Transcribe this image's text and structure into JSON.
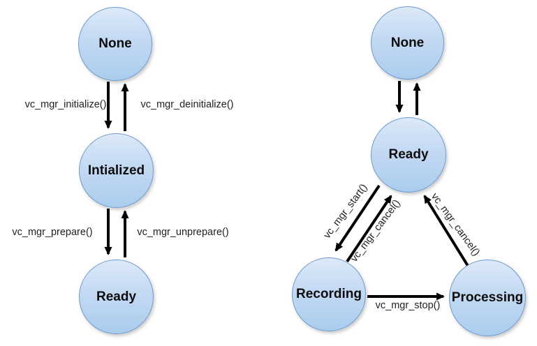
{
  "left_diagram": {
    "name": "setup-lifecycle",
    "nodes": [
      {
        "id": "none",
        "label": "None"
      },
      {
        "id": "initialized",
        "label": "Intialized"
      },
      {
        "id": "ready",
        "label": "Ready"
      }
    ],
    "edges": [
      {
        "id": "initialize",
        "label": "vc_mgr_initialize()"
      },
      {
        "id": "deinitialize",
        "label": "vc_mgr_deinitialize()"
      },
      {
        "id": "prepare",
        "label": "vc_mgr_prepare()"
      },
      {
        "id": "unprepare",
        "label": "vc_mgr_unprepare()"
      }
    ]
  },
  "right_diagram": {
    "name": "runtime-lifecycle",
    "nodes": [
      {
        "id": "none",
        "label": "None"
      },
      {
        "id": "ready",
        "label": "Ready"
      },
      {
        "id": "recording",
        "label": "Recording"
      },
      {
        "id": "processing",
        "label": "Processing"
      }
    ],
    "edges": [
      {
        "id": "start",
        "label": "vc_mgr_start()"
      },
      {
        "id": "cancel_from_recording",
        "label": "vc_mgr_cancel()"
      },
      {
        "id": "cancel_from_processing",
        "label": "vc_mgr_cancel()"
      },
      {
        "id": "stop",
        "label": "vc_mgr_stop()"
      }
    ]
  },
  "colors": {
    "node_fill_top": "#dce9f8",
    "node_fill_bottom": "#aacded",
    "node_border": "#6f9ad0",
    "arrow": "#000000",
    "background": "#ffffff"
  }
}
